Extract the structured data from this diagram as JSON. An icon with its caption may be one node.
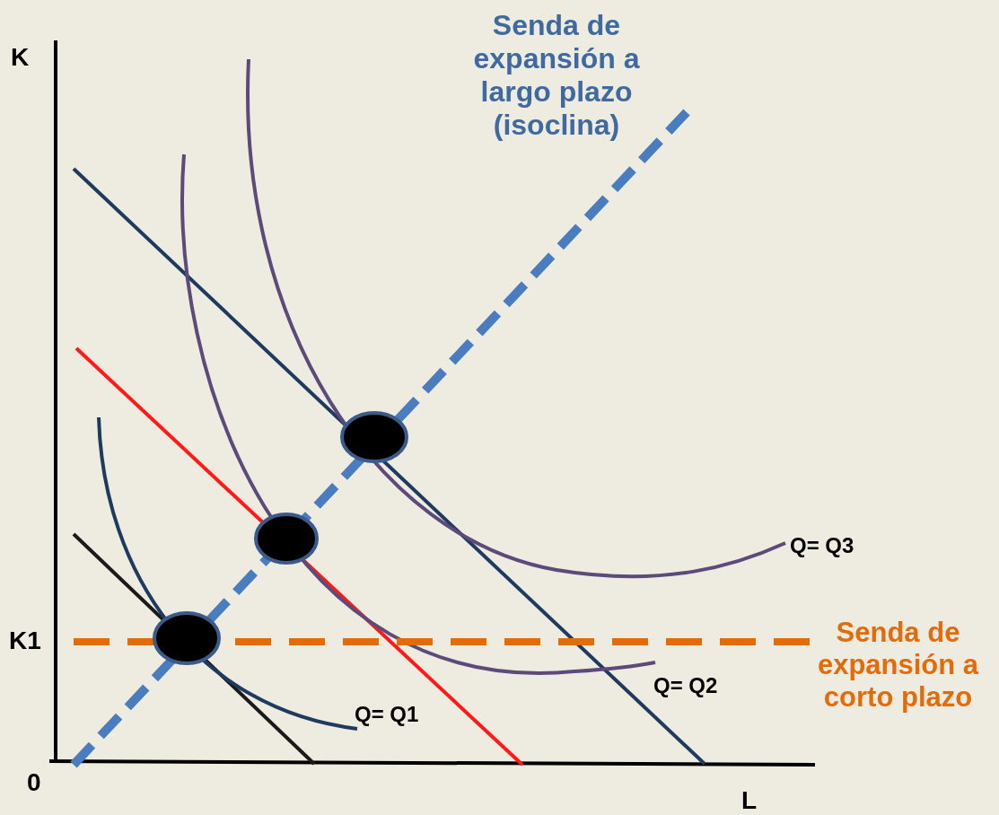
{
  "diagram": {
    "labels": [
      "Senda de expansión a largo plazo (isoclina)",
      "K",
      "Q= Q3",
      "K1",
      "Senda de expansión a corto plazo",
      "Q= Q2",
      "Q= Q1",
      "0",
      "L"
    ]
  }
}
